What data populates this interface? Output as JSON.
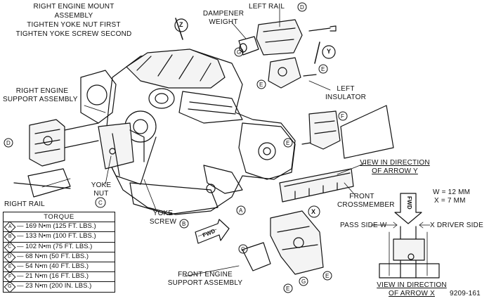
{
  "header": {
    "title_lines": [
      "RIGHT ENGINE MOUNT",
      "ASSEMBLY",
      "TIGHTEN YOKE NUT FIRST",
      "TIGHTEN YOKE SCREW SECOND"
    ]
  },
  "labels": {
    "dampener": "DAMPENER",
    "weight": "WEIGHT",
    "left_rail": "LEFT RAIL",
    "left": "LEFT",
    "insulator": "INSULATOR",
    "right_engine": "RIGHT ENGINE",
    "support_assembly": "SUPPORT ASSEMBLY",
    "yoke": "YOKE",
    "nut": "NUT",
    "right_rail": "RIGHT RAIL",
    "yoke2": "YOKE",
    "screw": "SCREW",
    "fwd": "FWD",
    "front_engine": "FRONT ENGINE",
    "support_assembly2": "SUPPORT ASSEMBLY",
    "view_y_1": "VIEW IN DIRECTION",
    "view_y_2": "OF ARROW Y",
    "front": "FRONT",
    "crossmember": "CROSSMEMBER",
    "w_dim": "W = 12 MM",
    "x_dim": "X = 7 MM",
    "pass_side": "PASS SIDE W",
    "driver_side": "X DRIVER SIDE",
    "view_x_1": "VIEW IN DIRECTION",
    "view_x_2": "OF ARROW X",
    "figure_id": "9209-161"
  },
  "callouts": {
    "a": "A",
    "b": "B",
    "c": "C",
    "d": "D",
    "e": "E",
    "f": "F",
    "g": "G",
    "x": "X",
    "y": "Y",
    "z": "Z"
  },
  "torque_table": {
    "header": "TORQUE",
    "rows": [
      {
        "letter": "A",
        "value": "— 169 N•m (125 FT. LBS.)"
      },
      {
        "letter": "B",
        "value": "— 133 N•m (100 FT. LBS.)"
      },
      {
        "letter": "C",
        "value": "— 102 N•m (75 FT. LBS.)"
      },
      {
        "letter": "D",
        "value": "— 68 N•m (50 FT. LBS.)"
      },
      {
        "letter": "E",
        "value": "— 54 N•m (40 FT. LBS.)"
      },
      {
        "letter": "F",
        "value": "— 21 N•m (16 FT. LBS.)"
      },
      {
        "letter": "G",
        "value": "— 23 N•m (200 IN. LBS.)"
      }
    ]
  },
  "colors": {
    "ink": "#111111",
    "paper": "#ffffff"
  }
}
